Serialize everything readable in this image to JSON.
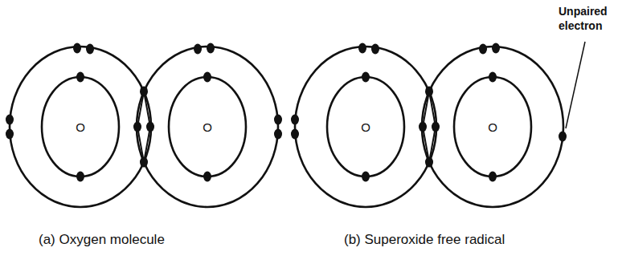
{
  "diagram": {
    "nodes": [
      {
        "text": [
          "O"
        ]
      },
      {
        "text": [
          "O"
        ]
      },
      {
        "text": [
          "O"
        ]
      },
      {
        "text": [
          "O"
        ]
      }
    ],
    "labels": [
      "(a) Oxygen molecule",
      "(b) Superoxide free radical",
      "Unpaired electron"
    ]
  }
}
